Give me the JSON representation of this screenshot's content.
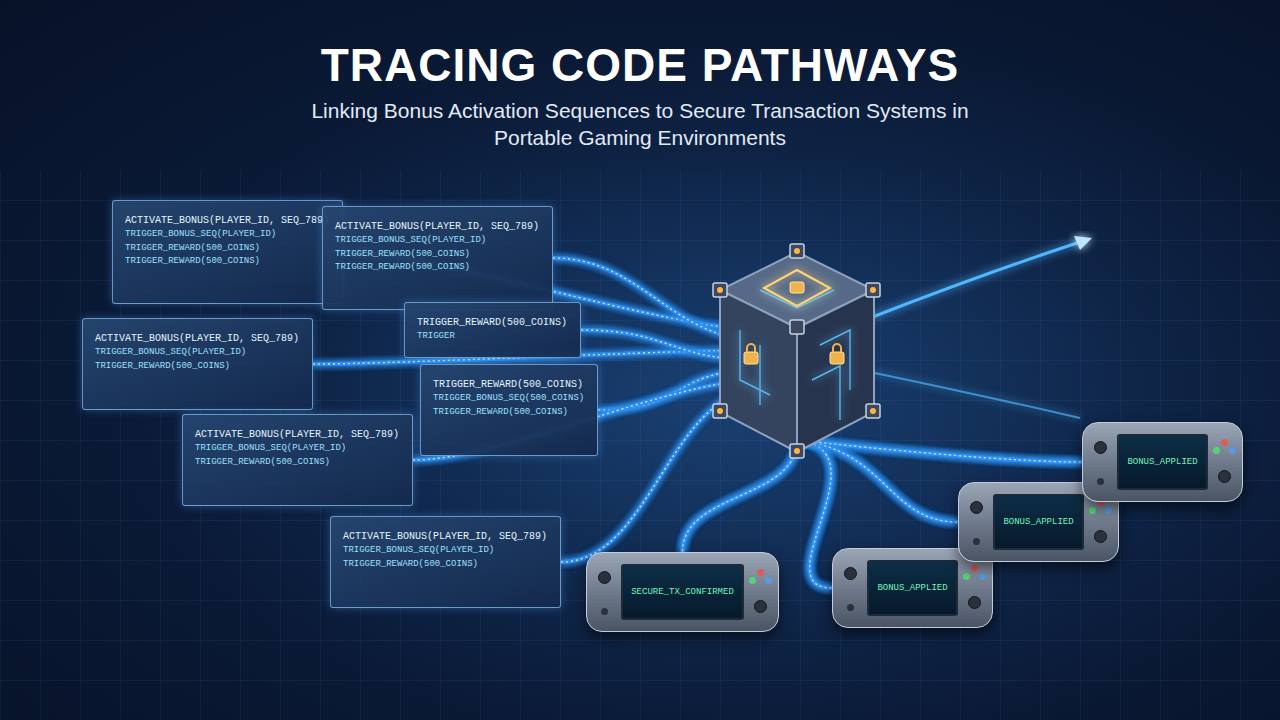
{
  "diagram": {
    "title": "TRACING CODE PATHWAYS",
    "nodes": [
      {
        "text": [
          "ACTIVATE_BONUS(PLAYER_ID, SEQ_789)",
          "TRIGGER_BONUS_SEQ(PLAYER_ID)",
          "TRIGGER_REWARD(500_COINS)",
          "TRIGGER_REWARD(500_COINS)"
        ]
      },
      {
        "text": [
          "ACTIVATE_BONUS(PLAYER_ID, SEQ_789)",
          "TRIGGER_BONUS_SEQ(PLAYER_ID)",
          "TRIGGER_REWARD(500_COINS)",
          "TRIGGER_REWARD(500_COINS)"
        ]
      },
      {
        "text": [
          "ACTIVATE_BONUS(PLAYER_ID, SEQ_789)",
          "TRIGGER_BONUS_SEQ(PLAYER_ID)",
          "TRIGGER_REWARD(500_COINS)"
        ]
      },
      {
        "text": [
          "TRIGGER_REWARD(500_COINS)",
          "TRIGGER"
        ]
      },
      {
        "text": [
          "TRIGGER_REWARD(500_COINS)",
          "TRIGGER_BONUS_SEQ(500_COINS)",
          "TRIGGER_REWARD(500_COINS)"
        ]
      },
      {
        "text": [
          "ACTIVATE_BONUS(PLAYER_ID, SEQ_789)",
          "TRIGGER_BONUS_SEQ(PLAYER_ID)",
          "TRIGGER_REWARD(500_COINS)"
        ]
      },
      {
        "text": [
          "ACTIVATE_BONUS(PLAYER_ID, SEQ_789)",
          "TRIGGER_BONUS_SEQ(PLAYER_ID)",
          "TRIGGER_REWARD(500_COINS)"
        ]
      },
      {
        "text": [
          "SECURE_TX_CONFIRMED"
        ]
      },
      {
        "text": [
          "BONUS_APPLIED"
        ]
      },
      {
        "text": [
          "BONUS_APPLIED"
        ]
      },
      {
        "text": [
          "BONUS_APPLIED"
        ]
      }
    ],
    "edges": [
      {
        "from": 0,
        "to": 7,
        "arrow": "none"
      },
      {
        "from": 0,
        "to": 8,
        "arrow": "none"
      },
      {
        "from": 0,
        "to": 9,
        "arrow": "none"
      },
      {
        "from": 0,
        "to": 10,
        "arrow": "none"
      },
      {
        "from": 1,
        "to": 7,
        "arrow": "none"
      },
      {
        "from": 1,
        "to": 8,
        "arrow": "none"
      },
      {
        "from": 1,
        "to": 9,
        "arrow": "none"
      },
      {
        "from": 1,
        "to": 10,
        "arrow": "none"
      },
      {
        "from": 2,
        "to": 7,
        "arrow": "none"
      },
      {
        "from": 2,
        "to": 8,
        "arrow": "none"
      },
      {
        "from": 2,
        "to": 9,
        "arrow": "none"
      },
      {
        "from": 2,
        "to": 10,
        "arrow": "none"
      },
      {
        "from": 3,
        "to": 7,
        "arrow": "none"
      },
      {
        "from": 3,
        "to": 8,
        "arrow": "none"
      },
      {
        "from": 3,
        "to": 9,
        "arrow": "none"
      },
      {
        "from": 3,
        "to": 10,
        "arrow": "none"
      },
      {
        "from": 4,
        "to": 7,
        "arrow": "none"
      },
      {
        "from": 4,
        "to": 8,
        "arrow": "none"
      },
      {
        "from": 4,
        "to": 9,
        "arrow": "none"
      },
      {
        "from": 4,
        "to": 10,
        "arrow": "none"
      },
      {
        "from": 5,
        "to": 7,
        "arrow": "none"
      },
      {
        "from": 5,
        "to": 8,
        "arrow": "none"
      },
      {
        "from": 5,
        "to": 9,
        "arrow": "none"
      },
      {
        "from": 5,
        "to": 10,
        "arrow": "none"
      },
      {
        "from": 6,
        "to": 7,
        "arrow": "none"
      },
      {
        "from": 6,
        "to": 8,
        "arrow": "none"
      },
      {
        "from": 6,
        "to": 9,
        "arrow": "none"
      },
      {
        "from": 6,
        "to": 10,
        "arrow": "none"
      }
    ],
    "labels": [
      "Linking Bonus Activation Sequences to Secure Transaction Systems in Portable Gaming Environments"
    ]
  }
}
